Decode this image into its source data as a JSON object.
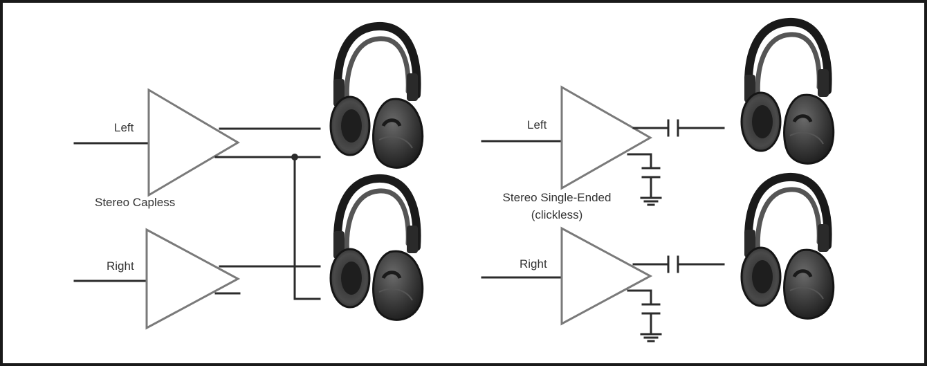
{
  "diagram": {
    "left_panel": {
      "input_left_label": "Left",
      "input_right_label": "Right",
      "config_label": "Stereo Capless"
    },
    "right_panel": {
      "input_left_label": "Left",
      "input_right_label": "Right",
      "config_label_line1": "Stereo Single-Ended",
      "config_label_line2": "(clickless)"
    },
    "icons": [
      "amplifier-triangle-icon",
      "headphones-icon",
      "capacitor-icon",
      "ground-icon"
    ],
    "colors": {
      "border": "#1a1a1a",
      "wire": "#2b2b2b",
      "amplifier_outline": "#7a7a7a",
      "headphone_body": "#3a3a3a",
      "text": "#333333"
    }
  }
}
